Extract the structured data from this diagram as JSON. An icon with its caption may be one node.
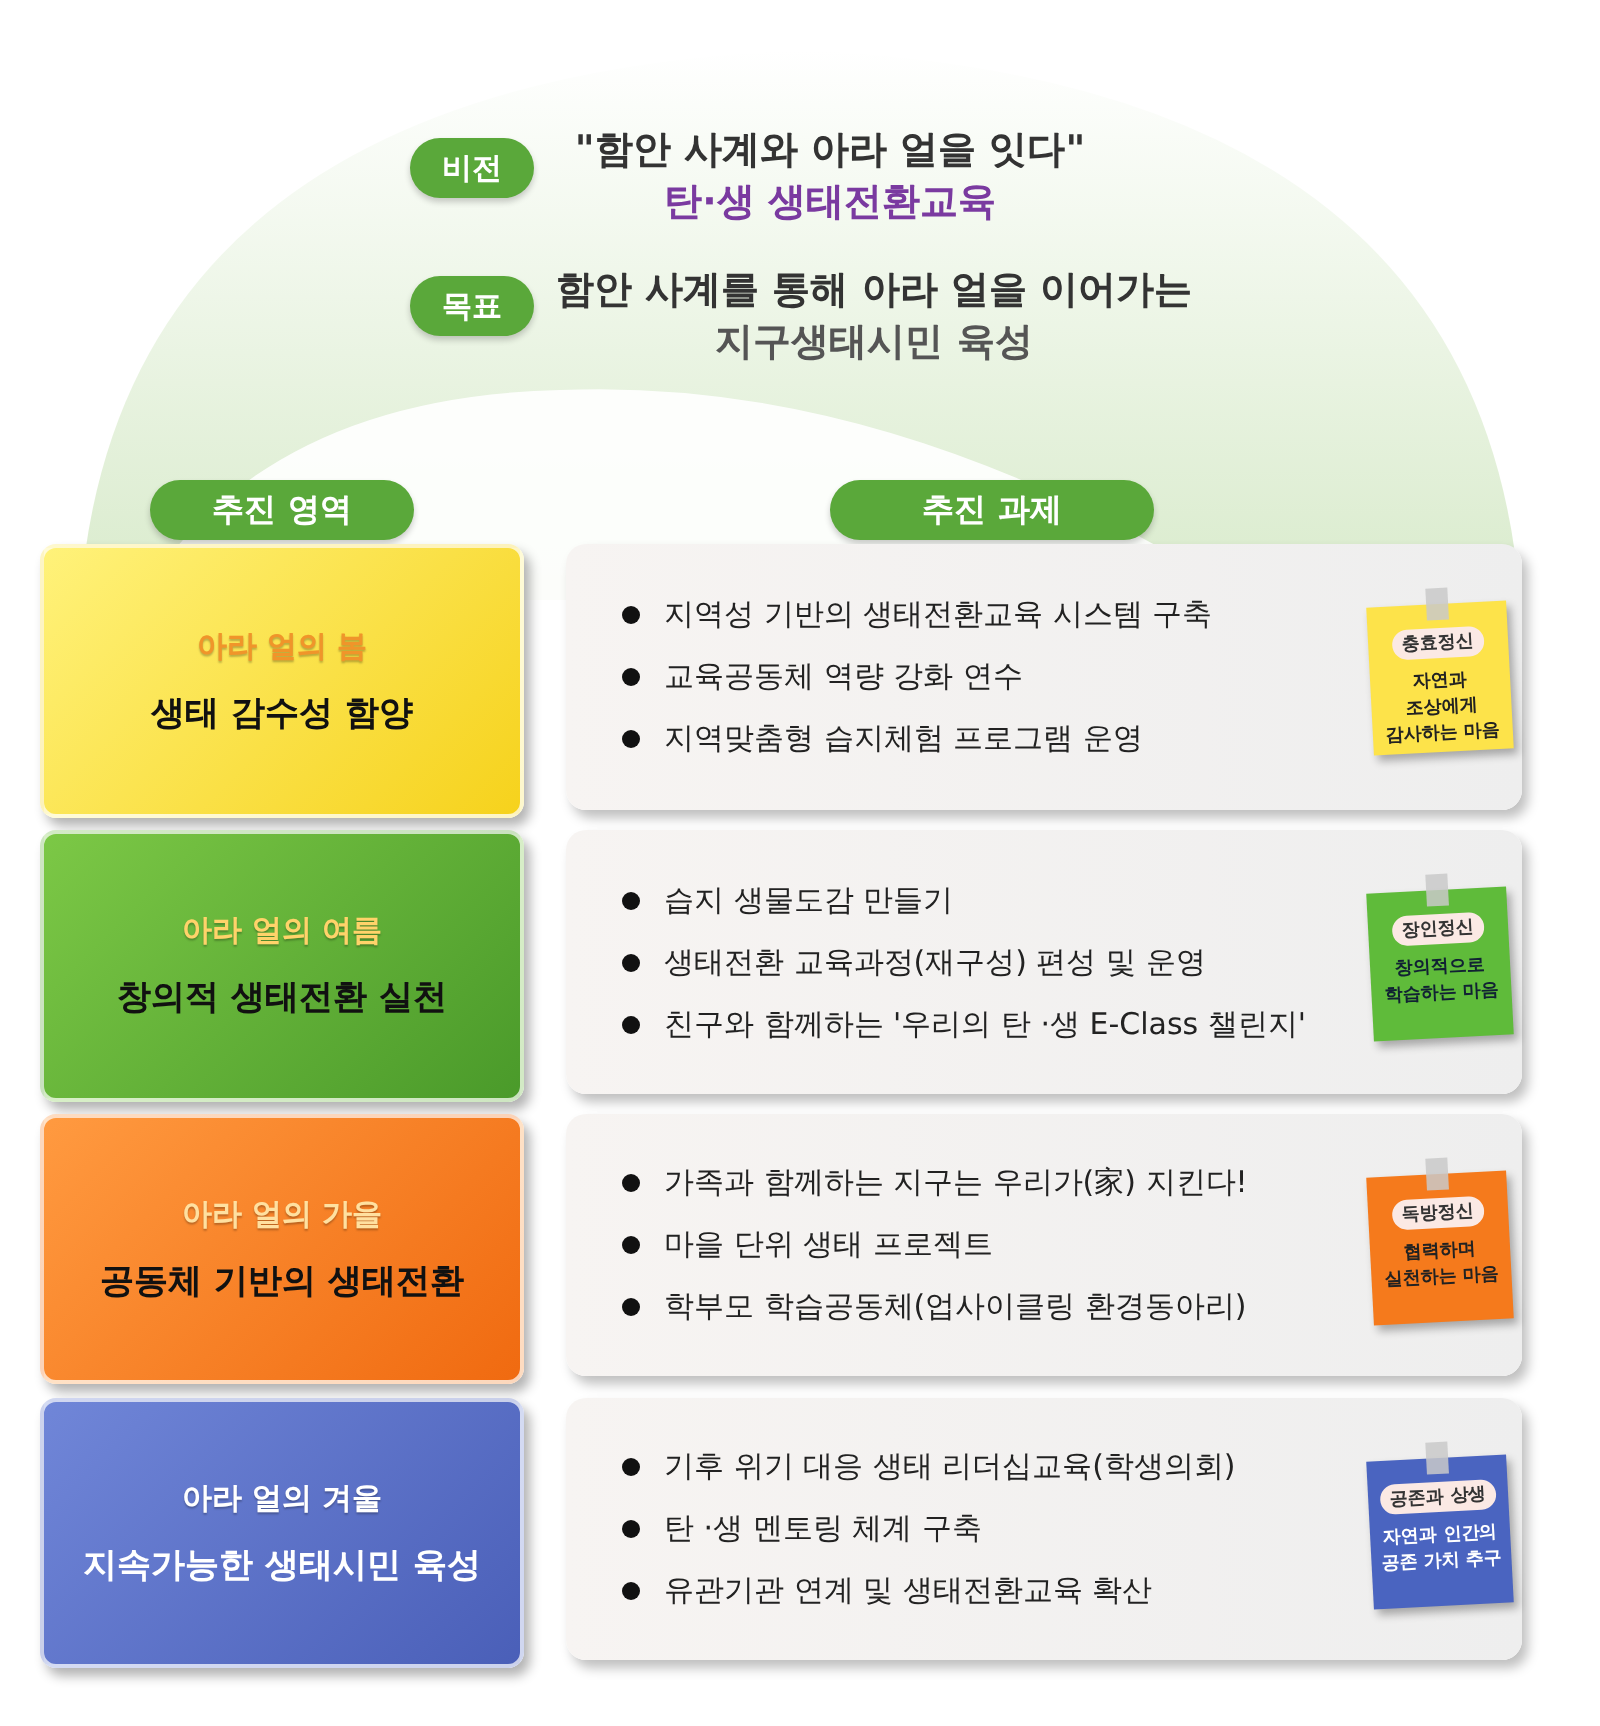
{
  "diagram": {
    "nodes": [
      {
        "text": [
          "비전"
        ],
        "beside": [
          "\"함안 사계와 아라 얼을 잇다\"",
          "탄·생 생태전환교육"
        ]
      },
      {
        "text": [
          "목표"
        ],
        "beside": [
          "함안 사계를 통해 아라 얼을 이어가는",
          "지구생태시민 육성"
        ]
      },
      {
        "text": [
          "추진 영역"
        ]
      },
      {
        "text": [
          "추진 과제"
        ]
      },
      {
        "text": [
          "아라 얼의 봄",
          "생태 감수성 함양"
        ]
      },
      {
        "text": [
          "지역성 기반의 생태전환교육 시스템 구축",
          "교육공동체 역량 강화 연수",
          "지역맞춤형 습지체험 프로그램 운영"
        ]
      },
      {
        "text": [
          "충효정신",
          "자연과 조상에게 감사하는 마음"
        ],
        "in": 5
      },
      {
        "text": [
          "아라 얼의 여름",
          "창의적 생태전환 실천"
        ]
      },
      {
        "text": [
          "습지 생물도감 만들기",
          "생태전환 교육과정(재구성) 편성 및 운영",
          "친구와 함께하는 '우리의 탄 ·생 E-Class 챌린지'"
        ]
      },
      {
        "text": [
          "장인정신",
          "창의적으로 학습하는 마음"
        ],
        "in": 8
      },
      {
        "text": [
          "아라 얼의 가을",
          "공동체 기반의 생태전환"
        ]
      },
      {
        "text": [
          "가족과 함께하는 지구는 우리가(家) 지킨다!",
          "마을 단위 생태 프로젝트",
          "학부모 학습공동체(업사이클링 환경동아리)"
        ]
      },
      {
        "text": [
          "독방정신",
          "협력하며 실천하는 마음"
        ],
        "in": 11
      },
      {
        "text": [
          "아라 얼의 겨울",
          "지속가능한 생태시민 육성"
        ]
      },
      {
        "text": [
          "기후 위기 대응 생태 리더십교육(학생의회)",
          "탄 ·생 멘토링 체계 구축",
          "유관기관 연계 및 생태전환교육 확산"
        ]
      },
      {
        "text": [
          "공존과 상생",
          "자연과 인간의 공존 가치 추구"
        ],
        "in": 14
      }
    ]
  }
}
